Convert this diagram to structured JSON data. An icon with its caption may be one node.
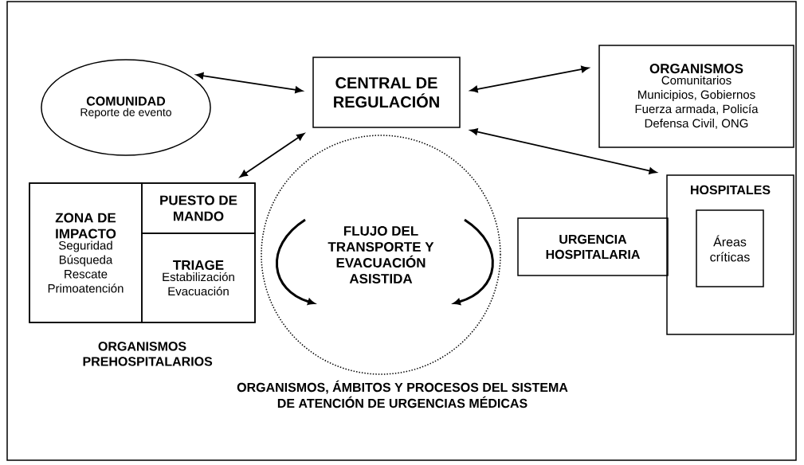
{
  "diagram": {
    "caption": "ORGANISMOS, ÁMBITOS Y PROCESOS DEL SISTEMA DE ATENCIÓN DE URGENCIAS MÉDICAS",
    "nodes": [
      {
        "text": [
          "COMUNIDAD",
          "Reporte de evento"
        ]
      },
      {
        "text": [
          "CENTRAL DE REGULACIÓN"
        ]
      },
      {
        "text": [
          "ORGANISMOS",
          "Comunitarios Municipios, Gobiernos Fuerza armada, Policía Defensa Civil, ONG"
        ]
      },
      {
        "text": [
          "ORGANISMOS PREHOSPITALARIOS"
        ]
      },
      {
        "text": [
          "ZONA DE IMPACTO",
          "Seguridad Búsqueda Rescate Primoatención"
        ],
        "in": 3
      },
      {
        "text": [
          "PUESTO DE MANDO"
        ],
        "in": 3
      },
      {
        "text": [
          "TRIAGE",
          "Estabilización Evacuación"
        ],
        "in": 3
      },
      {
        "text": [
          "FLUJO DEL TRANSPORTE Y EVACUACIÓN ASISTIDA"
        ]
      },
      {
        "text": [
          "URGENCIA HOSPITALARIA"
        ]
      },
      {
        "text": [
          "HOSPITALES"
        ]
      },
      {
        "text": [
          "Áreas críticas"
        ],
        "in": 9
      }
    ],
    "edges": [
      {
        "from": 0,
        "to": 1,
        "arrow": "both"
      },
      {
        "from": 1,
        "to": 2,
        "arrow": "both"
      },
      {
        "from": 1,
        "to": 3,
        "arrow": "both"
      },
      {
        "from": 1,
        "to": 9,
        "arrow": "both"
      }
    ]
  }
}
